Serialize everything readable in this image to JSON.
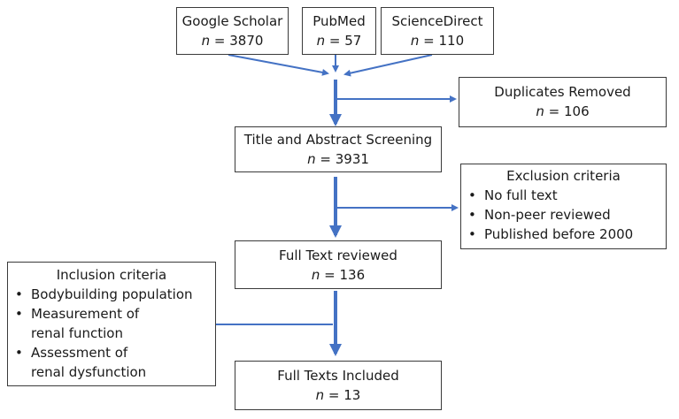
{
  "colors": {
    "arrow": "#4472C4",
    "border": "#3a3a3a"
  },
  "sources": [
    {
      "name": "Google Scholar",
      "n_label": "n",
      "n_value": "= 3870"
    },
    {
      "name": "PubMed",
      "n_label": "n",
      "n_value": "= 57"
    },
    {
      "name": "ScienceDirect",
      "n_label": "n",
      "n_value": "= 110"
    }
  ],
  "duplicates": {
    "title": "Duplicates Removed",
    "n_label": "n",
    "n_value": "= 106"
  },
  "screening": {
    "title": "Title and Abstract Screening",
    "n_label": "n",
    "n_value": "= 3931"
  },
  "exclusion": {
    "title": "Exclusion criteria",
    "items": [
      "No full text",
      "Non-peer reviewed",
      "Published before 2000"
    ]
  },
  "fulltext_reviewed": {
    "title": "Full Text reviewed",
    "n_label": "n",
    "n_value": "= 136"
  },
  "inclusion": {
    "title": "Inclusion criteria",
    "items": [
      "Bodybuilding population",
      "Measurement of renal function",
      "Assessment of renal dysfunction"
    ]
  },
  "included": {
    "title": "Full Texts Included",
    "n_label": "n",
    "n_value": "= 13"
  }
}
